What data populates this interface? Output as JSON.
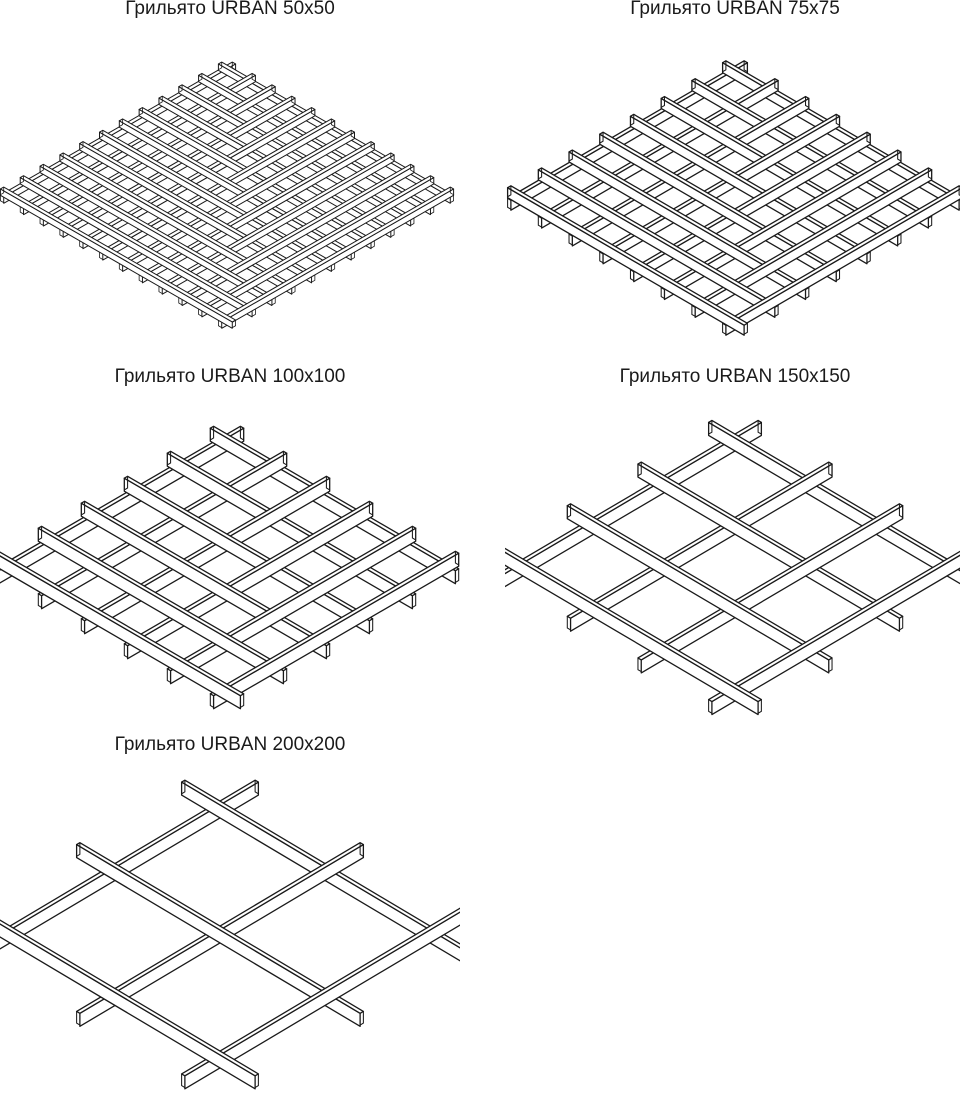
{
  "grids": [
    {
      "title": "Грильято URBAN 50x50",
      "cells": 11
    },
    {
      "title": "Грильято URBAN 75x75",
      "cells": 7
    },
    {
      "title": "Грильято URBAN 100x100",
      "cells": 5
    },
    {
      "title": "Грильято URBAN 150x150",
      "cells": 3
    },
    {
      "title": "Грильято URBAN 200x200",
      "cells": 2
    }
  ],
  "colors": {
    "line": "#1a1a1a",
    "background": "#ffffff"
  }
}
